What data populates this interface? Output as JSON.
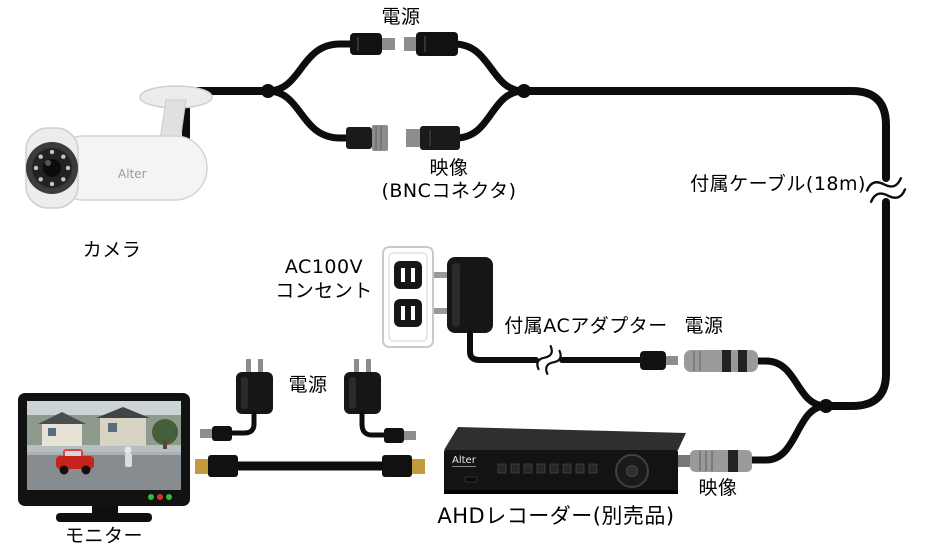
{
  "diagram": {
    "labels": {
      "power_top": "電源",
      "camera": "カメラ",
      "video_top_line1": "映像",
      "video_top_line2": "(BNCコネクタ)",
      "included_cable": "付属ケーブル(18m)",
      "outlet_line1": "AC100V",
      "outlet_line2": "コンセント",
      "ac_adapter": "付属ACアダプター",
      "power_recorder": "電源",
      "power_monitor": "電源",
      "monitor": "モニター",
      "recorder": "AHDレコーダー(別売品)",
      "video_bottom": "映像"
    },
    "brand": "Alter",
    "colors": {
      "cable": "#0d0d0d",
      "connector_metal": "#8d8d8d",
      "hdmi_gold": "#c39b3c",
      "device_black": "#161616",
      "monitor_led_green": "#2fbe3a",
      "monitor_led_red": "#e0321e"
    }
  }
}
